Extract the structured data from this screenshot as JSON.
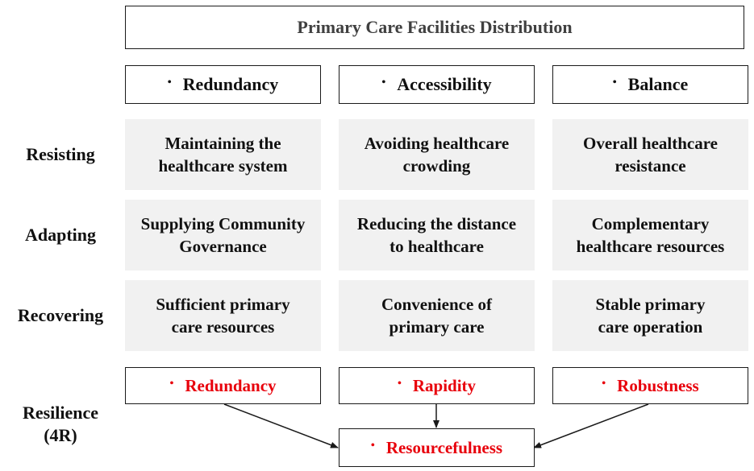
{
  "title": "Primary Care Facilities Distribution",
  "bullet_glyph": "•",
  "columns": [
    {
      "label": "Redundancy"
    },
    {
      "label": "Accessibility"
    },
    {
      "label": "Balance"
    }
  ],
  "rows": [
    {
      "label": "Resisting",
      "cells": [
        {
          "line1": "Maintaining the",
          "line2": "healthcare system"
        },
        {
          "line1": "Avoiding healthcare",
          "line2": "crowding"
        },
        {
          "line1": "Overall healthcare",
          "line2": "resistance"
        }
      ]
    },
    {
      "label": "Adapting",
      "cells": [
        {
          "line1": "Supplying Community",
          "line2": "Governance"
        },
        {
          "line1": "Reducing the distance",
          "line2": "to healthcare"
        },
        {
          "line1": "Complementary",
          "line2": "healthcare resources"
        }
      ]
    },
    {
      "label": "Recovering",
      "cells": [
        {
          "line1": "Sufficient primary",
          "line2": "care resources"
        },
        {
          "line1": "Convenience of",
          "line2": "primary care"
        },
        {
          "line1": "Stable primary",
          "line2": "care operation"
        }
      ]
    }
  ],
  "resilience": {
    "label_line1": "Resilience",
    "label_line2": "(4R)",
    "items": [
      {
        "label": "Redundancy"
      },
      {
        "label": "Rapidity"
      },
      {
        "label": "Robustness"
      }
    ],
    "result": {
      "label": "Resourcefulness"
    }
  },
  "colors": {
    "accent_red": "#e8000b",
    "cell_fill": "#f1f1f1",
    "border": "#1a1a1a",
    "title_text": "#404040"
  }
}
